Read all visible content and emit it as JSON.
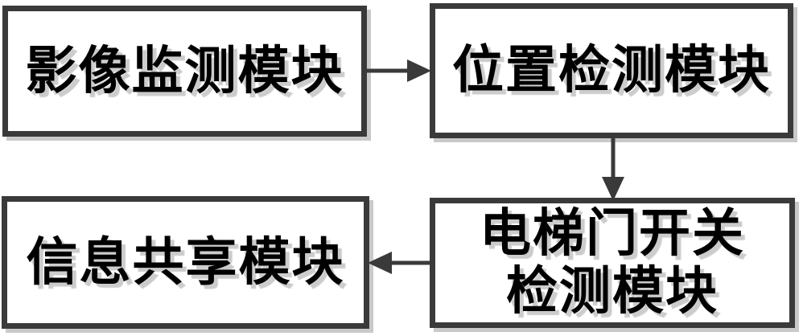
{
  "diagram": {
    "type": "flowchart",
    "nodes": [
      {
        "id": "image-monitoring-module",
        "label": "影像监测模块"
      },
      {
        "id": "position-detection-module",
        "label": "位置检测模块"
      },
      {
        "id": "elevator-door-switch-detection-module",
        "label": "电梯门开关检测模块"
      },
      {
        "id": "information-sharing-module",
        "label": "信息共享模块"
      }
    ],
    "edges": [
      {
        "from": "影像监测模块",
        "to": "位置检测模块",
        "direction": "right"
      },
      {
        "from": "位置检测模块",
        "to": "电梯门开关检测模块",
        "direction": "down"
      },
      {
        "from": "电梯门开关检测模块",
        "to": "信息共享模块",
        "direction": "left"
      }
    ],
    "colors": {
      "box_border": "#3a3a3a",
      "box_background": "#ffffff",
      "box_shadow": "#c9c9c9",
      "text": "#000000",
      "text_shadow": "#cccccc",
      "arrow": "#3a3a3a",
      "page_background": "#ffffff"
    }
  }
}
